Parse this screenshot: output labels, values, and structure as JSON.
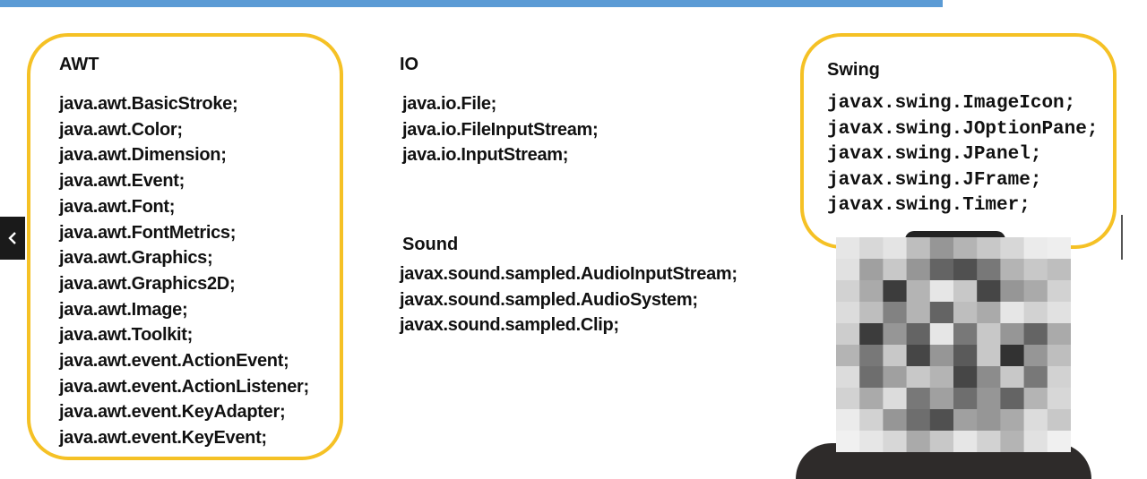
{
  "awt": {
    "title": "AWT",
    "items": [
      "java.awt.BasicStroke;",
      "java.awt.Color;",
      "java.awt.Dimension;",
      "java.awt.Event;",
      "java.awt.Font;",
      "java.awt.FontMetrics;",
      "java.awt.Graphics;",
      "java.awt.Graphics2D;",
      "java.awt.Image;",
      "java.awt.Toolkit;",
      "java.awt.event.ActionEvent;",
      "java.awt.event.ActionListener;",
      "java.awt.event.KeyAdapter;",
      "java.awt.event.KeyEvent;"
    ]
  },
  "io": {
    "title": "IO",
    "items": [
      "java.io.File;",
      "java.io.FileInputStream;",
      "java.io.InputStream;"
    ]
  },
  "sound": {
    "title": "Sound",
    "items": [
      "javax.sound.sampled.AudioInputStream;",
      "javax.sound.sampled.AudioSystem;",
      "javax.sound.sampled.Clip;"
    ]
  },
  "swing": {
    "title": "Swing",
    "items": [
      "javax.swing.ImageIcon;",
      "javax.swing.JOptionPane;",
      "javax.swing.JPanel;",
      "javax.swing.JFrame;",
      "javax.swing.Timer;"
    ]
  },
  "nav": {
    "prev_icon": "chevron-left-icon"
  },
  "colors": {
    "accent_bar": "#5b9bd5",
    "box_border": "#f5c125"
  }
}
